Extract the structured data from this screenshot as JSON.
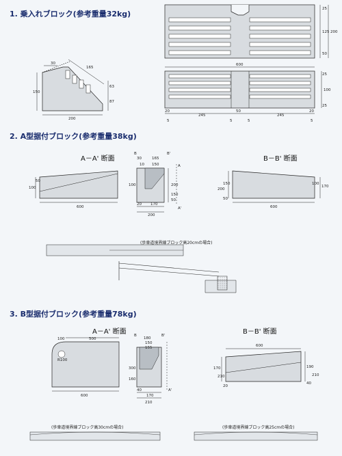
{
  "sections": {
    "s1": {
      "title": "1. 乗入れブロック(参考重量32kg)"
    },
    "s2": {
      "title": "2. A型据付ブロック(参考重量38kg)",
      "left_label": "A－A' 断面",
      "right_label": "B－B' 断面",
      "caption": "(歩車道境界線ブロック高20cmの場合)"
    },
    "s3": {
      "title": "3. B型据付ブロック(参考重量78kg)",
      "left_label": "A－A' 断面",
      "right_label": "B－B' 断面",
      "caption_left": "(歩車道境界線ブロック高30cmの場合)",
      "caption_right": "(歩車道境界線ブロック高25cmの場合)"
    }
  },
  "dims": {
    "s1": {
      "side": {
        "d30": "30",
        "d165": "165",
        "d150": "150",
        "d63": "63",
        "d87": "87",
        "d200": "200"
      },
      "top": {
        "d25a": "25",
        "d125": "125",
        "d50a": "50",
        "d200": "200",
        "d600": "600",
        "d100": "100",
        "d20a": "20",
        "d50b": "50",
        "d245a": "245",
        "d245b": "245",
        "d20b": "20",
        "d5a": "5",
        "d5b": "5",
        "d5c": "5",
        "d5d": "5",
        "d25b": "25",
        "d25c": "25"
      }
    },
    "s2": {
      "left": {
        "d100": "100",
        "d50": "50",
        "d600": "600"
      },
      "sec": {
        "d165": "165",
        "d150": "150",
        "d30": "30",
        "d10": "10",
        "d100": "100",
        "d200": "200",
        "d150v": "150",
        "d50": "50",
        "d20": "20",
        "d170": "170",
        "d200b": "200",
        "A": "A",
        "Ap": "A'",
        "B": "B",
        "Bp": "B'"
      },
      "right": {
        "d170": "170",
        "d200": "200",
        "d150": "150",
        "d50": "50",
        "d100": "100",
        "d600": "600"
      }
    },
    "s3": {
      "left": {
        "d100": "100",
        "d500": "500",
        "d600": "600",
        "dR": "R100"
      },
      "sec": {
        "d180": "180",
        "d150": "150",
        "d155": "155",
        "d300": "300",
        "d160": "160",
        "d40": "40",
        "d170": "170",
        "d210": "210",
        "B": "B",
        "Bp": "B'",
        "Ap": "A'"
      },
      "right": {
        "d600": "600",
        "d170": "170",
        "d210a": "210",
        "d190": "190",
        "d210b": "210",
        "d40": "40",
        "d20": "20"
      }
    }
  }
}
